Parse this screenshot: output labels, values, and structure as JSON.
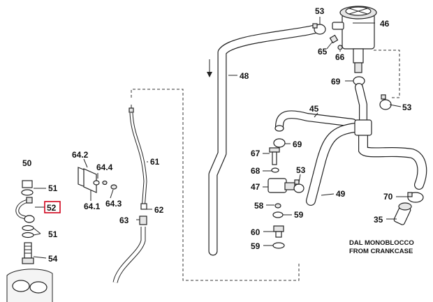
{
  "labels": {
    "p46": "46",
    "p53a": "53",
    "p65": "65",
    "p66": "66",
    "p48": "48",
    "p69a": "69",
    "p53b": "53",
    "p45": "45",
    "p61": "61",
    "p62": "62",
    "p63": "63",
    "p64_2": "64.2",
    "p64_4": "64.4",
    "p64_1": "64.1",
    "p64_3": "64.3",
    "p50": "50",
    "p51a": "51",
    "p52": "52",
    "p51b": "51",
    "p54": "54",
    "p67": "67",
    "p69b": "69",
    "p68": "68",
    "p53c": "53",
    "p47": "47",
    "p49": "49",
    "p58": "58",
    "p59a": "59",
    "p60": "60",
    "p59b": "59",
    "p70": "70",
    "p35": "35"
  },
  "note": {
    "line1": "DAL MONOBLOCCO",
    "line2": "FROM CRANKCASE"
  },
  "colors": {
    "highlight": "#d0021b"
  },
  "highlighted_part": "52"
}
